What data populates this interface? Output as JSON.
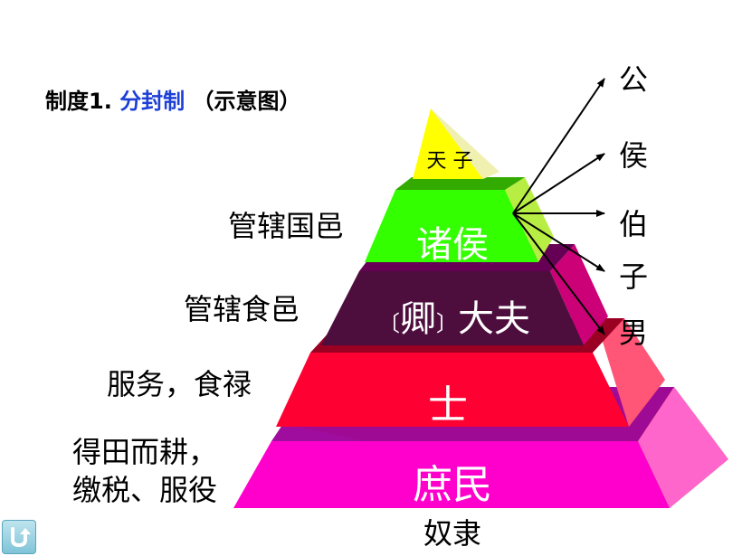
{
  "title": {
    "prefix": "制度1.",
    "highlight": "分封制",
    "suffix": "（示意图）"
  },
  "pyramid": {
    "tianzi": "天 子",
    "zhuhou": "诸侯",
    "dafu_open": "〔",
    "dafu_qing": "卿",
    "dafu_close": "〕",
    "dafu": "大夫",
    "shi": "士",
    "shumin": "庶民",
    "nuli": "奴隶"
  },
  "side_labels": {
    "zhuhou": "管辖国邑",
    "dafu": "管辖食邑",
    "shi": "服务，食禄",
    "shumin_line1": "得田而耕，",
    "shumin_line2": "缴税、服役"
  },
  "ranks": [
    "公",
    "侯",
    "伯",
    "子",
    "男"
  ],
  "colors": {
    "tianzi": "#ffff00",
    "zhuhou": "#33ff00",
    "dafu": "#4d0d3d",
    "shi": "#ff0033",
    "shumin": "#ff00cc",
    "title_highlight": "#1d3fd6"
  }
}
